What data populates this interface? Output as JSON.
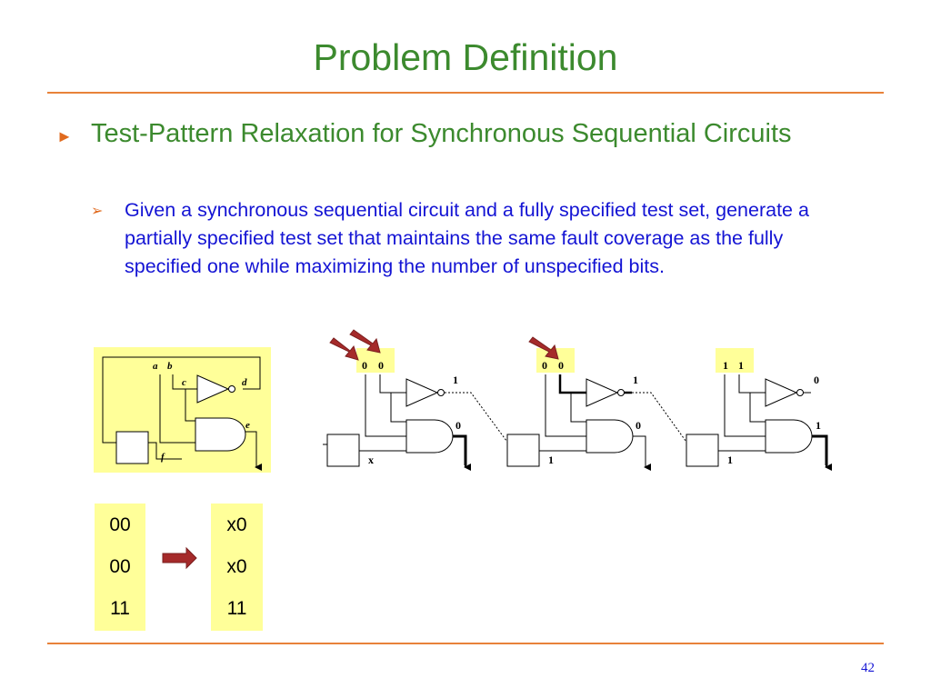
{
  "slide": {
    "title": "Problem Definition",
    "page_number": "42"
  },
  "bullets": {
    "level1": "Test-Pattern Relaxation for Synchronous Sequential Circuits",
    "level2": "Given a synchronous sequential circuit and a fully specified test set, generate a partially specified test set that maintains the same fault coverage as the fully specified one while maximizing the number of unspecified bits."
  },
  "circuit_labels": {
    "a": "a",
    "b": "b",
    "c": "c",
    "d": "d",
    "e": "e",
    "f": "f"
  },
  "frames": [
    {
      "in_a": "0",
      "in_b": "0",
      "not_out": "1",
      "and_out": "0",
      "ff_out": "x"
    },
    {
      "in_a": "0",
      "in_b": "0",
      "not_out": "1",
      "and_out": "0",
      "ff_out": "1"
    },
    {
      "in_a": "1",
      "in_b": "1",
      "not_out": "0",
      "and_out": "1",
      "ff_out": "1"
    }
  ],
  "tables": {
    "original": [
      "00",
      "00",
      "11"
    ],
    "relaxed": [
      "x0",
      "x0",
      "11"
    ]
  },
  "colors": {
    "title": "#3c8a2e",
    "rule": "#e8823a",
    "highlight": "#ffff99",
    "arrow": "#a52a2a",
    "sub_text": "#1414d4"
  }
}
